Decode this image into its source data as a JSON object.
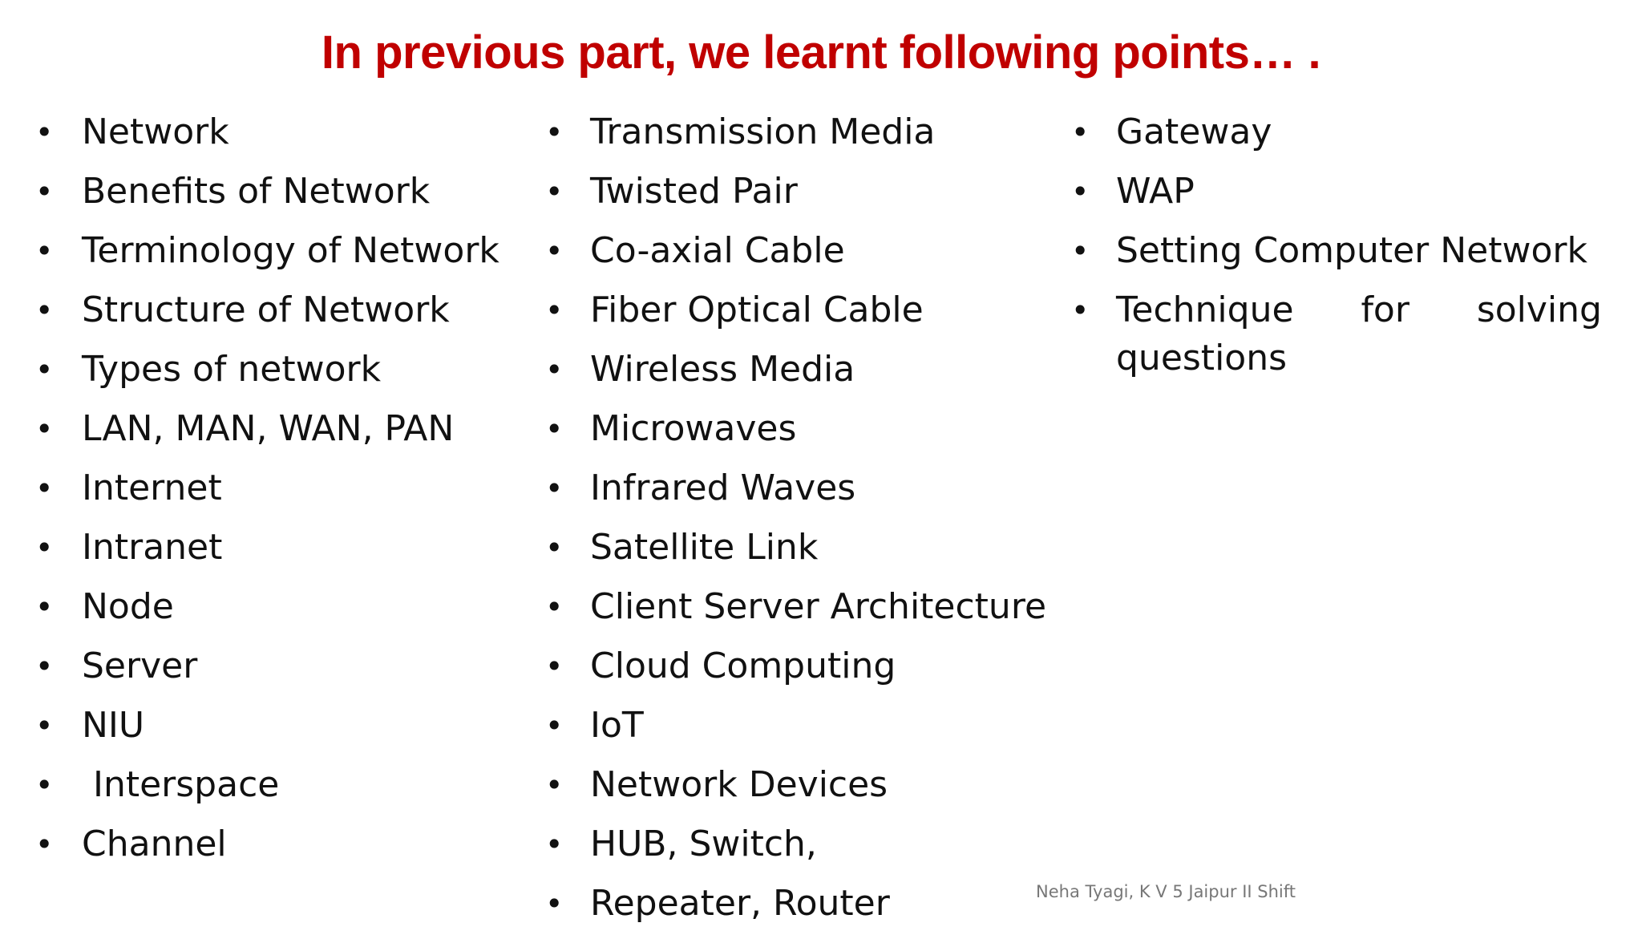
{
  "slide": {
    "title": "In previous part, we learnt following points… .",
    "bullet_char": "•",
    "columns": [
      {
        "items": [
          "Network",
          "Benefits of Network",
          "Terminology of Network",
          "Structure of Network",
          "Types of network",
          "LAN, MAN, WAN, PAN",
          "Internet",
          "Intranet",
          "Node",
          "Server",
          "NIU",
          " Interspace",
          "Channel"
        ]
      },
      {
        "items": [
          "Transmission Media",
          "Twisted Pair",
          "Co-axial Cable",
          "Fiber Optical Cable",
          "Wireless Media",
          "Microwaves",
          "Infrared Waves",
          "Satellite Link",
          "Client Server Architecture",
          "Cloud Computing",
          "IoT",
          "Network Devices",
          "HUB, Switch,",
          "Repeater, Router"
        ]
      },
      {
        "items": [
          "Gateway",
          "WAP",
          "Setting Computer Network"
        ],
        "wrapped_item": {
          "words_line1": [
            "Technique",
            "for",
            "solving"
          ],
          "line2": "questions"
        }
      }
    ],
    "footer": "Neha Tyagi, K V 5 Jaipur II Shift",
    "colors": {
      "title": "#c00000",
      "text": "#111111",
      "footer": "#777777"
    }
  }
}
